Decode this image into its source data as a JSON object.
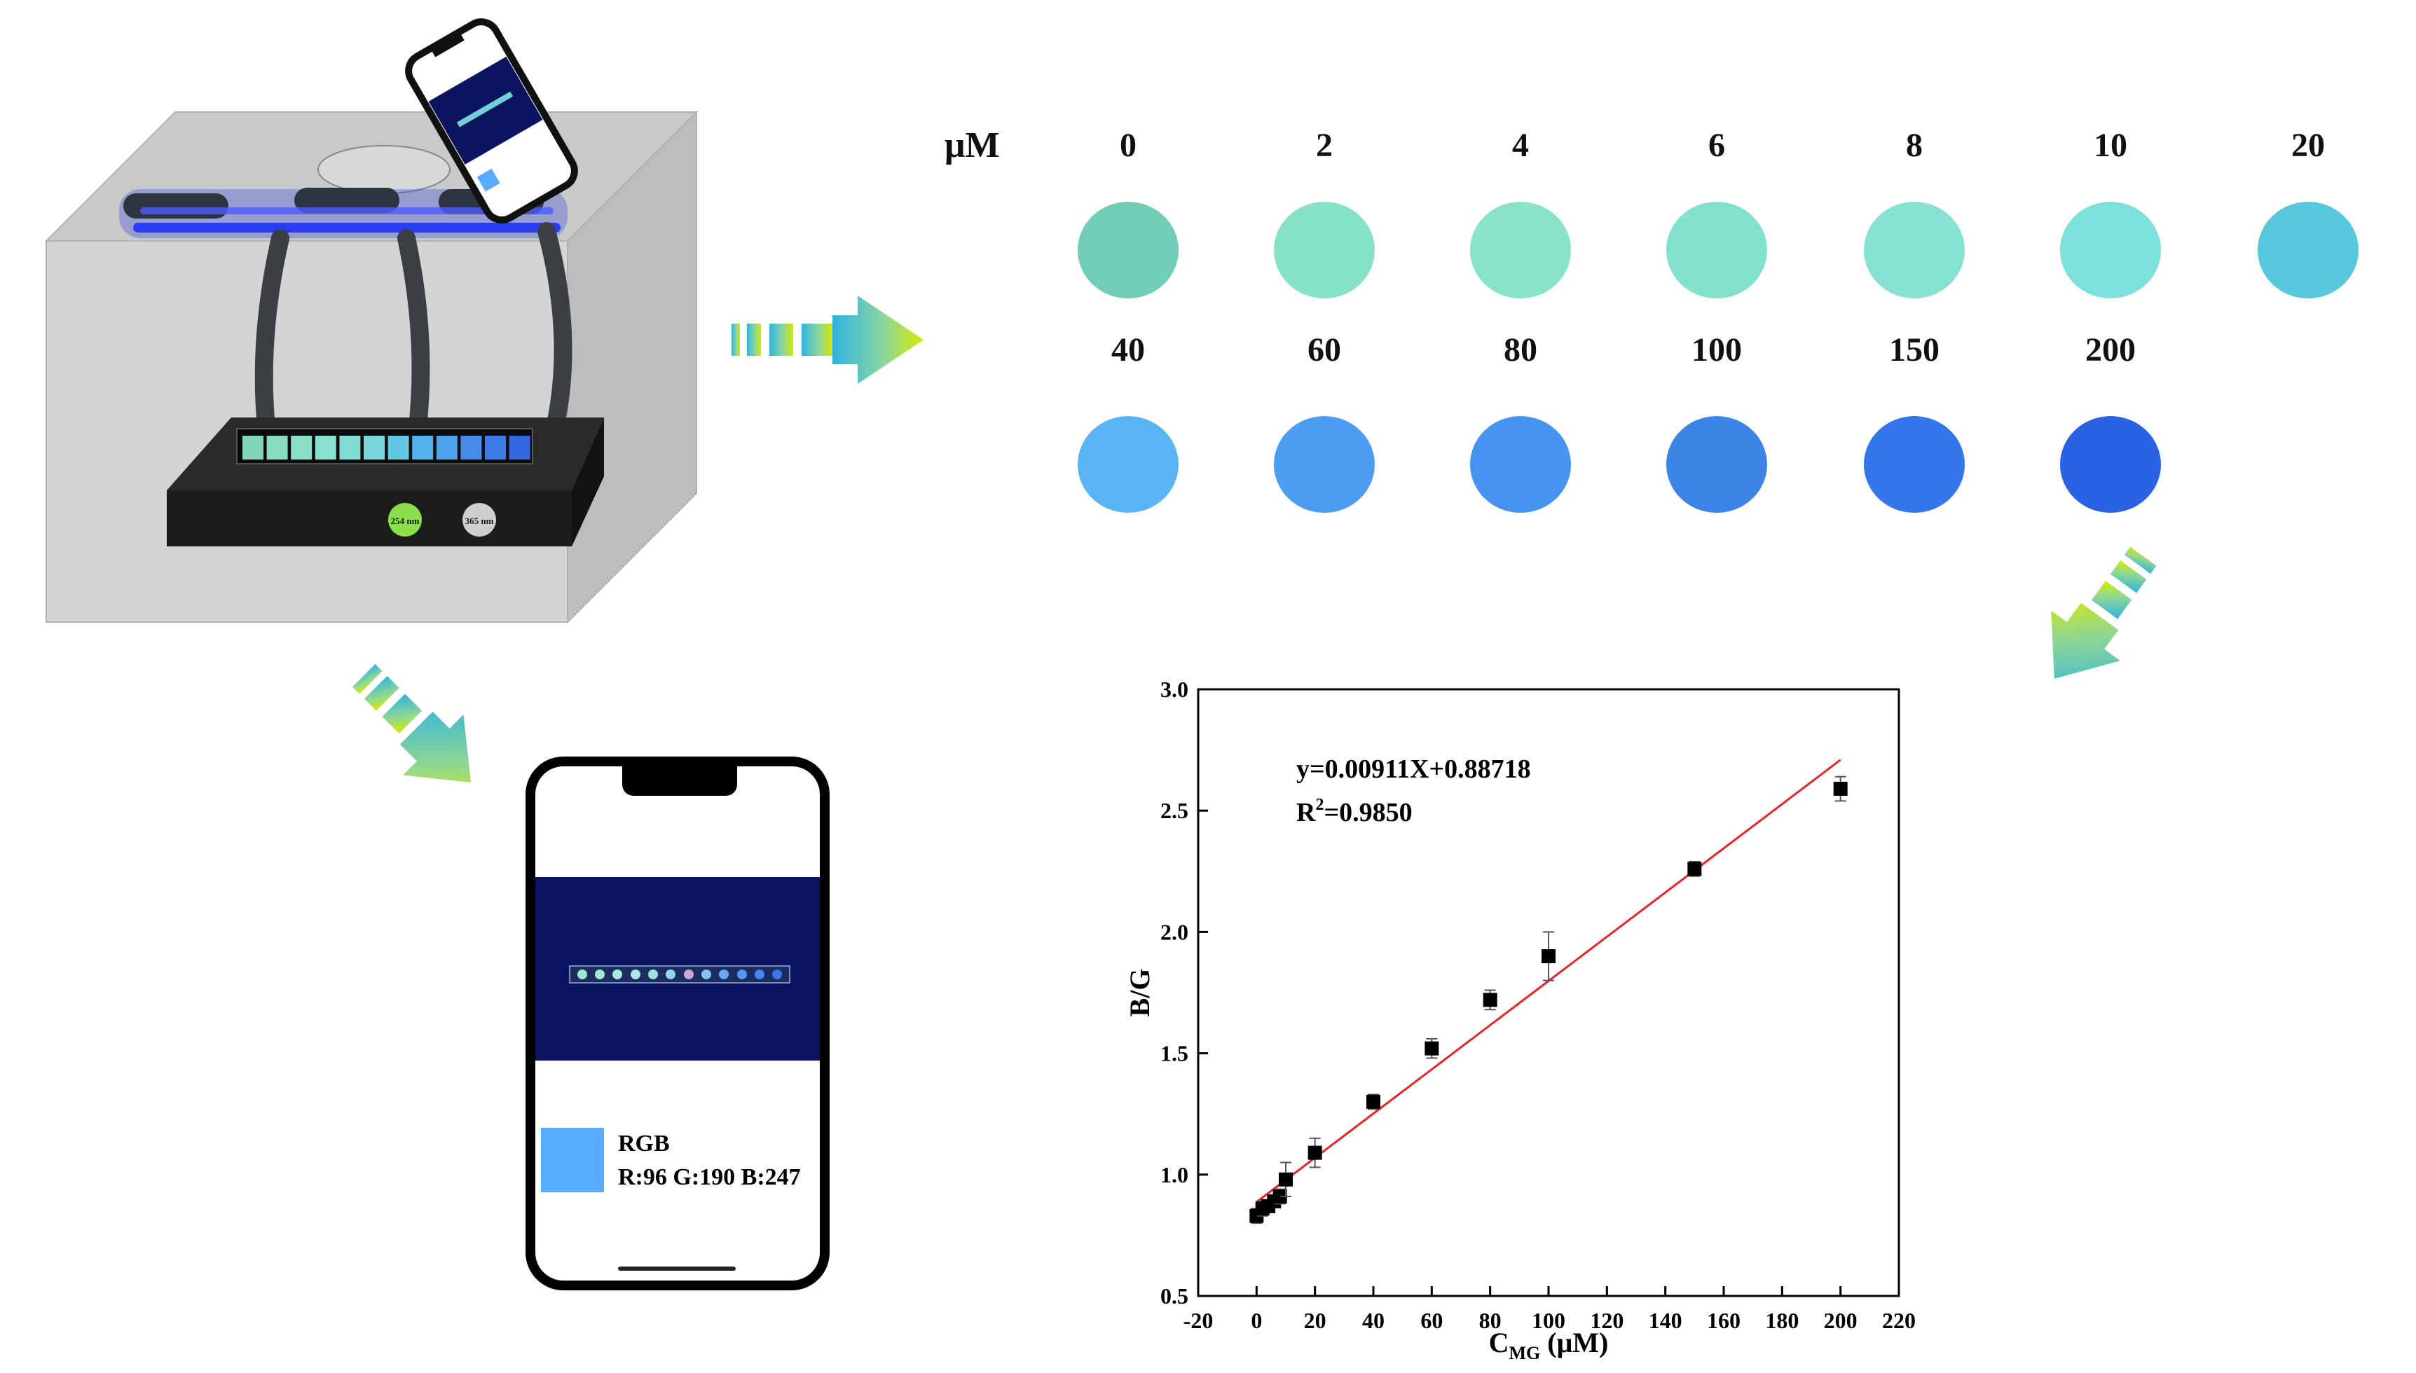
{
  "colors": {
    "line": "#e8262a",
    "marker": "#000000",
    "arrow_tip": "#c9e400",
    "phone_screen": "#0a1460"
  },
  "concentration_grid": {
    "unit": "μM",
    "row1": [
      {
        "label": "0",
        "color": "#72cdb6"
      },
      {
        "label": "2",
        "color": "#86e2c6"
      },
      {
        "label": "4",
        "color": "#88e3c8"
      },
      {
        "label": "6",
        "color": "#82e1cc"
      },
      {
        "label": "8",
        "color": "#88e2d4"
      },
      {
        "label": "10",
        "color": "#7ee0da"
      },
      {
        "label": "20",
        "color": "#58c8dc"
      }
    ],
    "row2": [
      {
        "label": "40",
        "color": "#58b4f2"
      },
      {
        "label": "60",
        "color": "#4c9cf2"
      },
      {
        "label": "80",
        "color": "#4694ee"
      },
      {
        "label": "100",
        "color": "#3c84e6"
      },
      {
        "label": "150",
        "color": "#3276ea"
      },
      {
        "label": "200",
        "color": "#2a62e4"
      }
    ]
  },
  "device_box": {
    "buttons": [
      "254 nm",
      "365 nm"
    ],
    "vial_colors": [
      "#7fd6b8",
      "#86dcc0",
      "#8adfc6",
      "#8ae0ce",
      "#82dcd4",
      "#78d6dc",
      "#62c6e2",
      "#52b2ec",
      "#4ca0ec",
      "#468eea",
      "#3c7ce6",
      "#3468e2"
    ]
  },
  "phone": {
    "rgb_title": "RGB",
    "rgb_values": "R:96 G:190  B:247",
    "swatch_color": "#58acff",
    "strip_colors": [
      "#9fe6d0",
      "#a4e8d4",
      "#a8e8d8",
      "#ace6dc",
      "#9ee0e4",
      "#94d6ea",
      "#c7a7d6",
      "#86c2f0",
      "#6aa8f0",
      "#5a96ec",
      "#4c86ea",
      "#3e74e6"
    ]
  },
  "chart_data": {
    "type": "scatter",
    "xlabel": "C",
    "xlabel_sub": "MG",
    "xlabel_unit": " (μM)",
    "ylabel": "B/G",
    "xlim": [
      -20,
      220
    ],
    "ylim": [
      0.5,
      3.0
    ],
    "xticks": [
      -20,
      0,
      20,
      40,
      60,
      80,
      100,
      120,
      140,
      160,
      180,
      200,
      220
    ],
    "yticks": [
      0.5,
      1.0,
      1.5,
      2.0,
      2.5,
      3.0
    ],
    "points": [
      {
        "x": 0,
        "y": 0.83,
        "err": 0.03
      },
      {
        "x": 2,
        "y": 0.86,
        "err": 0.03
      },
      {
        "x": 4,
        "y": 0.87,
        "err": 0.02
      },
      {
        "x": 6,
        "y": 0.89,
        "err": 0.02
      },
      {
        "x": 8,
        "y": 0.91,
        "err": 0.03
      },
      {
        "x": 10,
        "y": 0.98,
        "err": 0.07
      },
      {
        "x": 20,
        "y": 1.09,
        "err": 0.06
      },
      {
        "x": 40,
        "y": 1.3,
        "err": 0.03
      },
      {
        "x": 60,
        "y": 1.52,
        "err": 0.04
      },
      {
        "x": 80,
        "y": 1.72,
        "err": 0.04
      },
      {
        "x": 100,
        "y": 1.9,
        "err": 0.1
      },
      {
        "x": 150,
        "y": 2.26,
        "err": 0.03
      },
      {
        "x": 200,
        "y": 2.59,
        "err": 0.05
      }
    ],
    "fit": {
      "slope": 0.00911,
      "intercept": 0.88718,
      "x_range": [
        0,
        200
      ]
    },
    "equation": "y=0.00911X+0.88718",
    "r2_prefix": "R",
    "r2_sup": "2",
    "r2_value": "=0.9850"
  }
}
